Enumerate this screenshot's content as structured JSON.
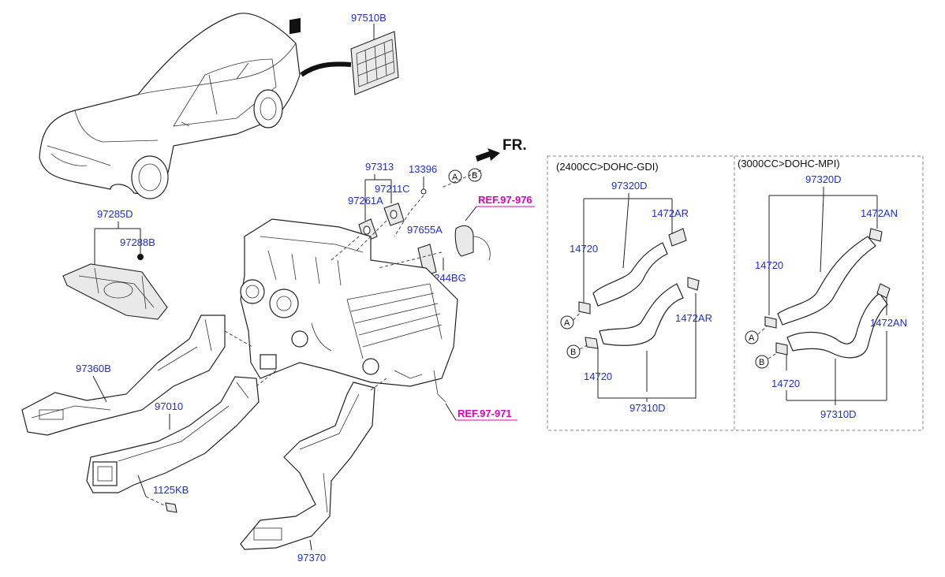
{
  "labels": {
    "p97510B": "97510B",
    "fr": "FR.",
    "p97313": "97313",
    "p13396": "13396",
    "circA_main": "A",
    "circB_main": "B",
    "p97211C": "97211C",
    "p97261A": "97261A",
    "ref976": "REF.97-976",
    "p97655A": "97655A",
    "p1244BG": "1244BG",
    "p97285D": "97285D",
    "p97288B": "97288B",
    "p97360B": "97360B",
    "p97010": "97010",
    "ref971": "REF.97-971",
    "p1125KB": "1125KB",
    "p97370": "97370"
  },
  "panel_left": {
    "header": "(2400CC>DOHC-GDI)",
    "p97320D": "97320D",
    "p1472AR_top": "1472AR",
    "p14720_top": "14720",
    "circA": "A",
    "circB": "B",
    "p1472AR_mid": "1472AR",
    "p14720_bot": "14720",
    "p97310D": "97310D"
  },
  "panel_right": {
    "header": "(3000CC>DOHC-MPI)",
    "p97320D": "97320D",
    "p1472AN_top": "1472AN",
    "p14720_top": "14720",
    "circA": "A",
    "circB": "B",
    "p1472AN_mid": "1472AN",
    "p14720_bot": "14720",
    "p97310D": "97310D"
  },
  "colors": {
    "part_number": "#1f2fd8",
    "reference": "#e000b8",
    "line": "#222222"
  }
}
